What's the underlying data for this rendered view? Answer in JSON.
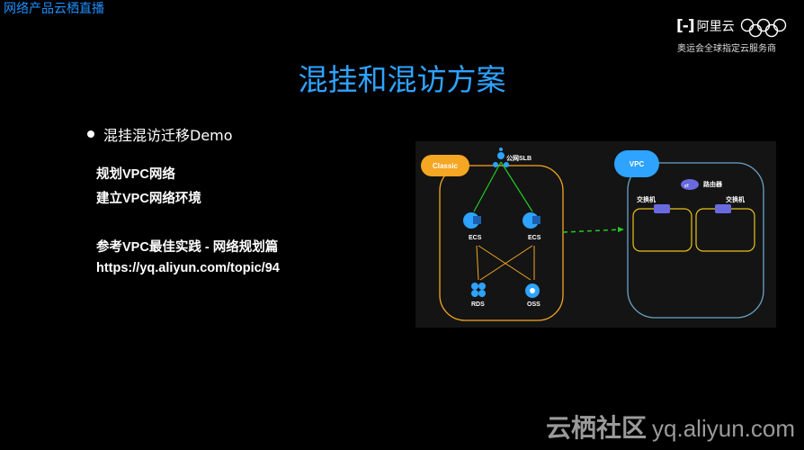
{
  "header": {
    "top_label": "网络产品云栖直播",
    "brand_name": "阿里云",
    "brand_tagline": "奥运会全球指定云服务商"
  },
  "slide": {
    "title": "混挂和混访方案",
    "bullet": "混挂混访迁移Demo",
    "lines": [
      "规划VPC网络",
      "建立VPC网络环境",
      "参考VPC最佳实践 - 网络规划篇",
      "https://yq.aliyun.com/topic/94"
    ]
  },
  "diagram": {
    "classic_label": "Classic",
    "vpc_label": "VPC",
    "slb_label": "公网SLB",
    "ecs_label": "ECS",
    "rds_label": "RDS",
    "oss_label": "OSS",
    "router_label": "路由器",
    "switch_label": "交换机",
    "colors": {
      "orange": "#f5a623",
      "blue": "#2ea3ff",
      "green": "#22cc22",
      "yellow": "#e8c21a",
      "vpc_border": "#6aa3c8"
    }
  },
  "watermark": {
    "cn": "云栖社区",
    "url": "yq.aliyun.com"
  }
}
